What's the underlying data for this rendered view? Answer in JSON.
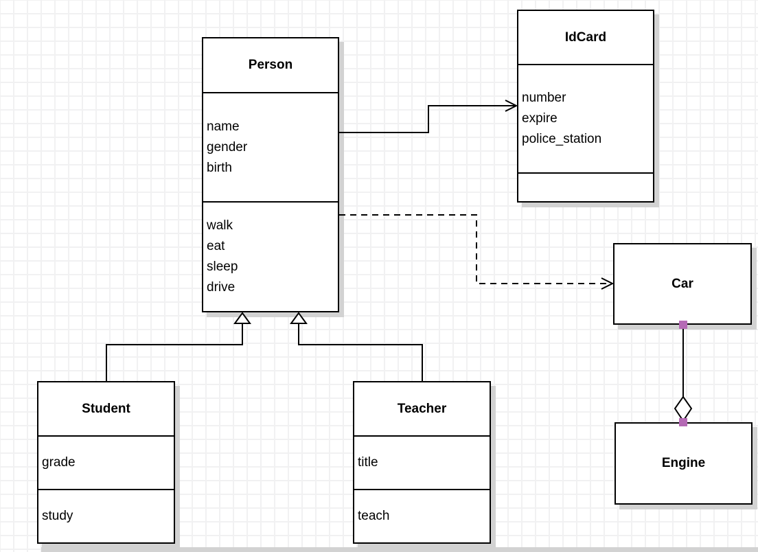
{
  "diagram": {
    "classes": {
      "person": {
        "name": "Person",
        "attributes": [
          "name",
          "gender",
          "birth"
        ],
        "methods": [
          "walk",
          "eat",
          "sleep",
          "drive"
        ]
      },
      "idcard": {
        "name": "IdCard",
        "attributes": [
          "number",
          "expire",
          "police_station"
        ],
        "methods": []
      },
      "car": {
        "name": "Car",
        "attributes": [],
        "methods": []
      },
      "engine": {
        "name": "Engine",
        "attributes": [],
        "methods": []
      },
      "student": {
        "name": "Student",
        "attributes": [
          "grade"
        ],
        "methods": [
          "study"
        ]
      },
      "teacher": {
        "name": "Teacher",
        "attributes": [
          "title"
        ],
        "methods": [
          "teach"
        ]
      }
    },
    "relationships": [
      {
        "from": "Person",
        "to": "IdCard",
        "type": "association",
        "line": "solid",
        "arrow": "open"
      },
      {
        "from": "Person",
        "to": "Car",
        "type": "dependency",
        "line": "dashed",
        "arrow": "open"
      },
      {
        "from": "Student",
        "to": "Person",
        "type": "generalization",
        "line": "solid",
        "arrow": "hollow-triangle"
      },
      {
        "from": "Teacher",
        "to": "Person",
        "type": "generalization",
        "line": "solid",
        "arrow": "hollow-triangle"
      },
      {
        "from": "Car",
        "to": "Engine",
        "type": "aggregation",
        "line": "solid",
        "arrow": "hollow-diamond"
      }
    ],
    "colors": {
      "box_border": "#000000",
      "box_fill": "#ffffff",
      "shadow": "#d2d2d2",
      "grid_line": "#f1f1f2",
      "canvas_bg": "#ffffff",
      "selection_handle": "#b56ab5"
    }
  }
}
